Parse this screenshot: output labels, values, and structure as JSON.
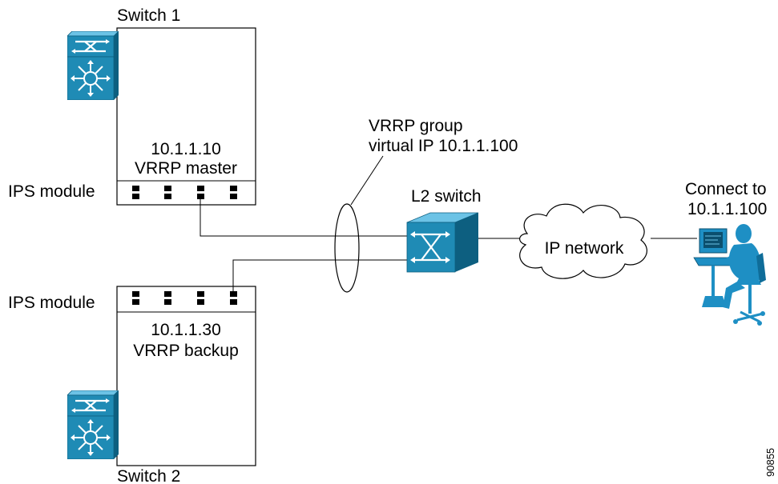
{
  "switch1": {
    "name": "Switch 1",
    "ip": "10.1.1.10",
    "role": "VRRP master",
    "module_label": "IPS module"
  },
  "switch2": {
    "name": "Switch 2",
    "ip": "10.1.1.30",
    "role": "VRRP backup",
    "module_label": "IPS module"
  },
  "vrrp_group": {
    "line1": "VRRP group",
    "line2": "virtual IP 10.1.1.100"
  },
  "l2_switch": {
    "label": "L2 switch"
  },
  "ip_network": {
    "label": "IP network"
  },
  "client": {
    "line1": "Connect to",
    "line2": "10.1.1.100"
  },
  "figure_id": "90855",
  "colors": {
    "device_blue": "#1f8bb5",
    "device_blue_dark": "#0d5f80",
    "device_blue_light": "#3aa9d4",
    "person_blue": "#1e8fc4",
    "line": "#000000"
  },
  "icons": {
    "switch_device": "multilayer-switch-icon",
    "l2_switch": "l2-switch-cube-icon",
    "cloud": "cloud-icon",
    "workstation": "user-at-workstation-icon"
  }
}
